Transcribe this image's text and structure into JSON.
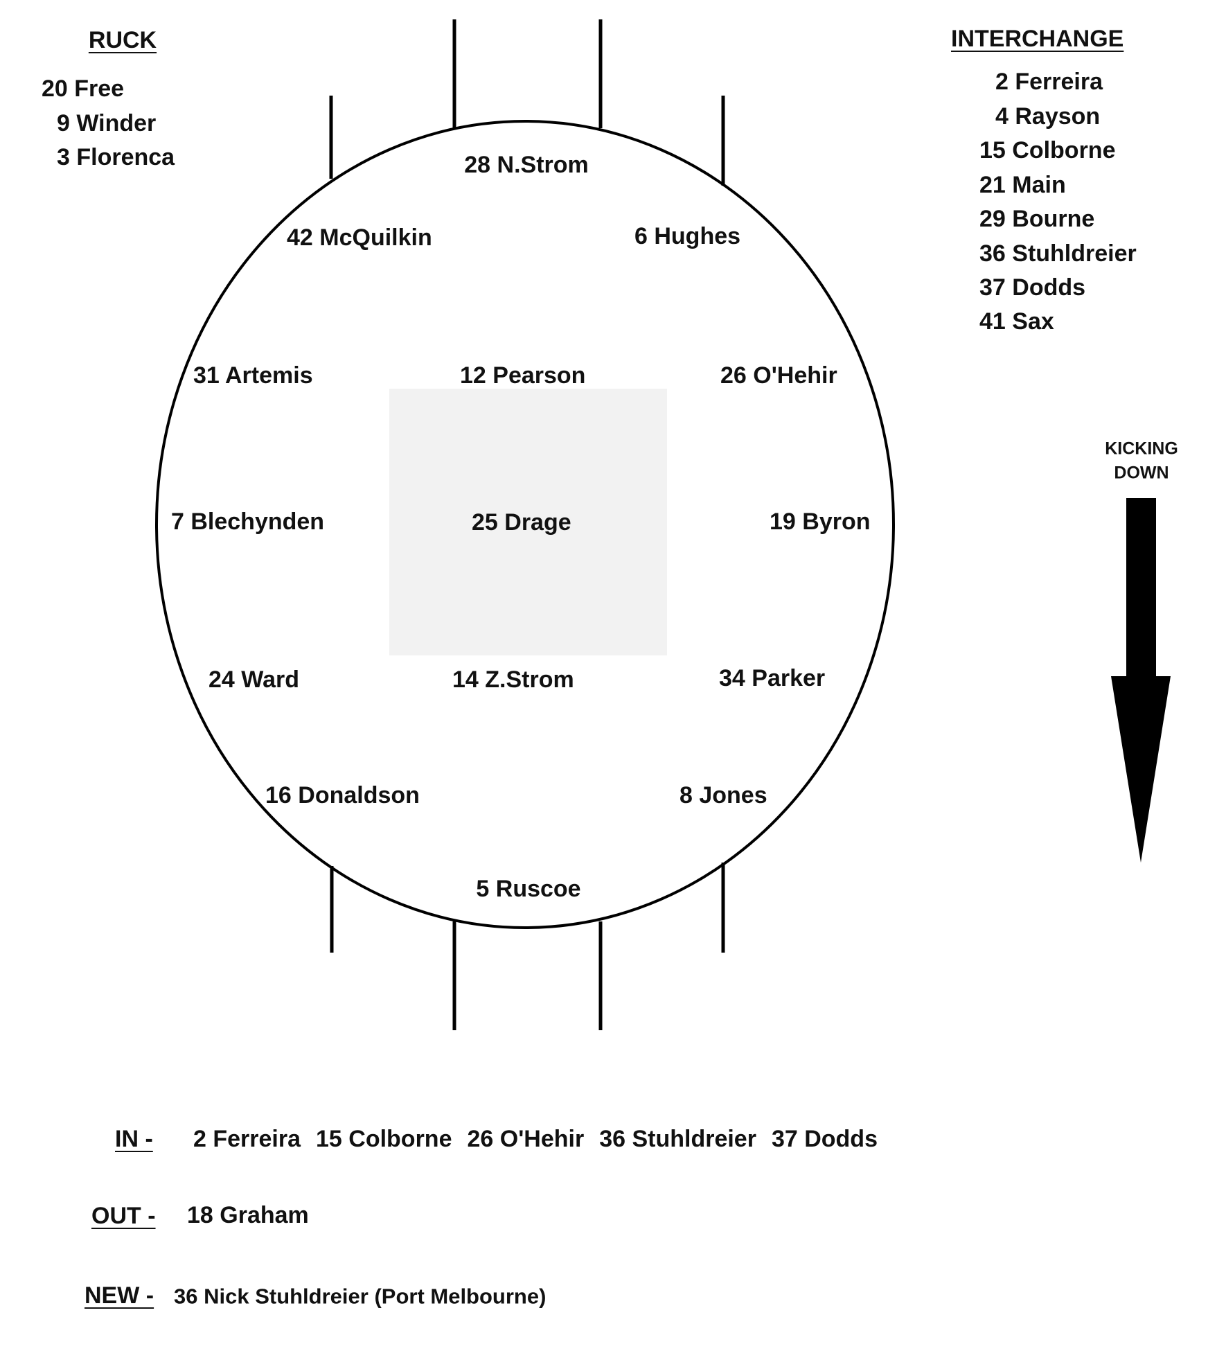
{
  "ruck": {
    "title": "RUCK",
    "players": [
      "20 Free",
      "9 Winder",
      "3 Florenca"
    ]
  },
  "interchange": {
    "title": "INTERCHANGE",
    "players": [
      "2 Ferreira",
      "4 Rayson",
      "15 Colborne",
      "21 Main",
      "29 Bourne",
      "36 Stuhldreier",
      "37 Dodds",
      "41 Sax"
    ]
  },
  "field": {
    "full_forward": "28 N.Strom",
    "forward_pocket_left": "42 McQuilkin",
    "forward_pocket_right": "6 Hughes",
    "half_forward_left": "31 Artemis",
    "centre_half_forward": "12 Pearson",
    "half_forward_right": "26 O'Hehir",
    "wing_left": "7 Blechynden",
    "centre": "25 Drage",
    "wing_right": "19 Byron",
    "half_back_left": "24 Ward",
    "centre_half_back": "14 Z.Strom",
    "half_back_right": "34 Parker",
    "back_pocket_left": "16 Donaldson",
    "back_pocket_right": "8 Jones",
    "full_back": "5 Ruscoe"
  },
  "direction": {
    "line1": "KICKING",
    "line2": "DOWN",
    "icon": "down-arrow-icon"
  },
  "changes": {
    "in_label": "IN -",
    "in_players": [
      "2 Ferreira",
      "15 Colborne",
      "26 O'Hehir",
      "36 Stuhldreier",
      "37 Dodds"
    ],
    "out_label": "OUT -",
    "out_players": [
      "18 Graham"
    ],
    "new_label": "NEW -",
    "new_players": [
      "36 Nick Stuhldreier (Port Melbourne)"
    ]
  }
}
